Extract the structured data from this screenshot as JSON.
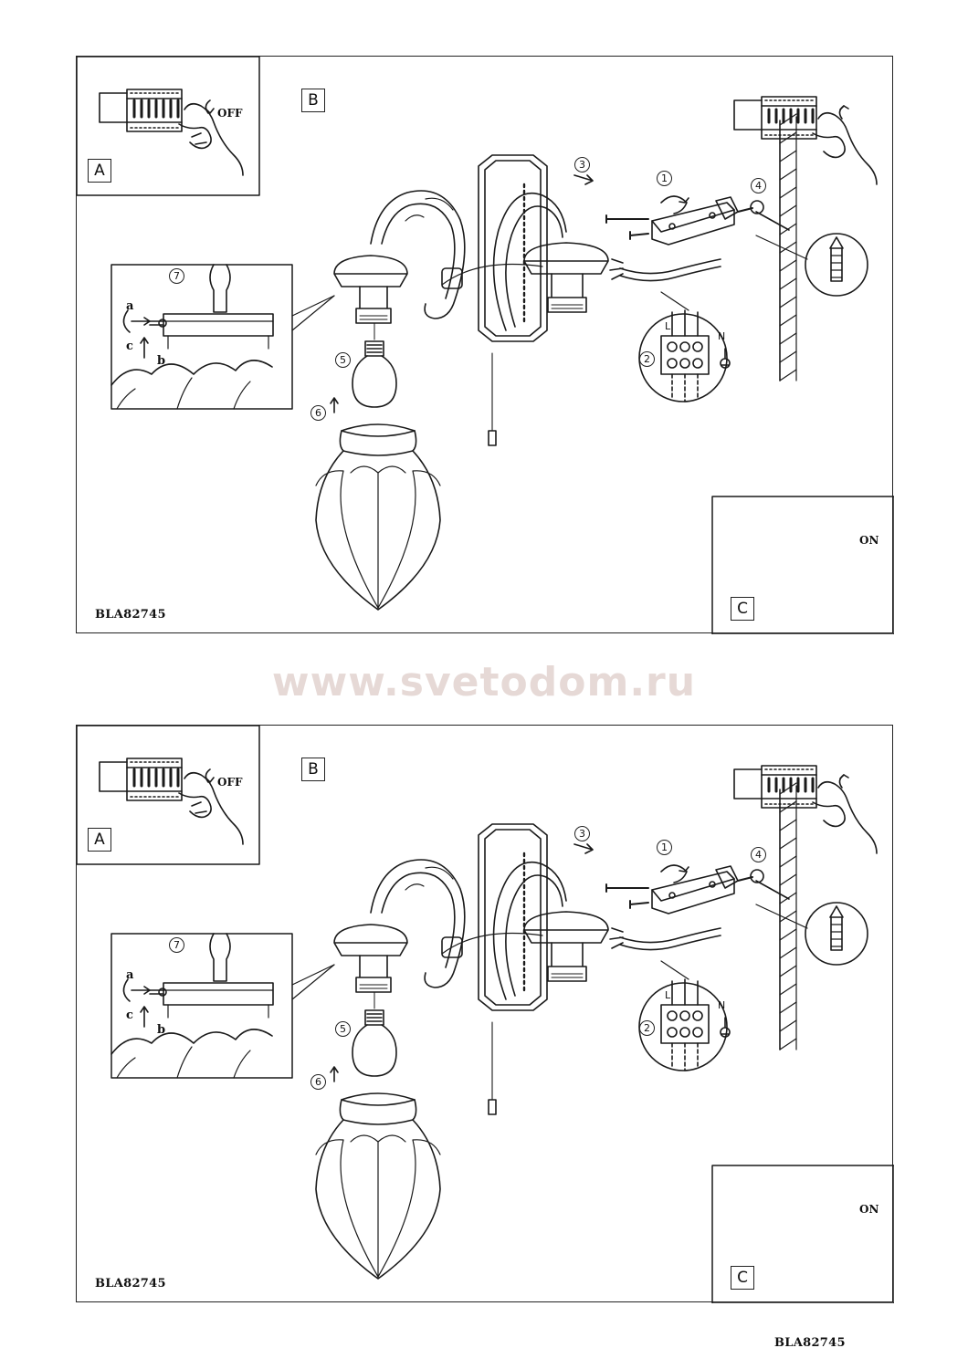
{
  "watermark": "www.svetodom.ru",
  "footer_code": "BLA82745",
  "panels": [
    {
      "model_code": "BLA82745",
      "label_a": "A",
      "label_b": "B",
      "label_c": "C",
      "switch_off": "OFF",
      "switch_on": "ON",
      "steps": [
        "1",
        "2",
        "3",
        "4",
        "5",
        "6",
        "7"
      ],
      "detail_letters": [
        "a",
        "b",
        "c"
      ],
      "terminals": [
        "L",
        "N"
      ]
    },
    {
      "model_code": "BLA82745",
      "label_a": "A",
      "label_b": "B",
      "label_c": "C",
      "switch_off": "OFF",
      "switch_on": "ON",
      "steps": [
        "1",
        "2",
        "3",
        "4",
        "5",
        "6",
        "7"
      ],
      "detail_letters": [
        "a",
        "b",
        "c"
      ],
      "terminals": [
        "L",
        "N"
      ]
    }
  ]
}
